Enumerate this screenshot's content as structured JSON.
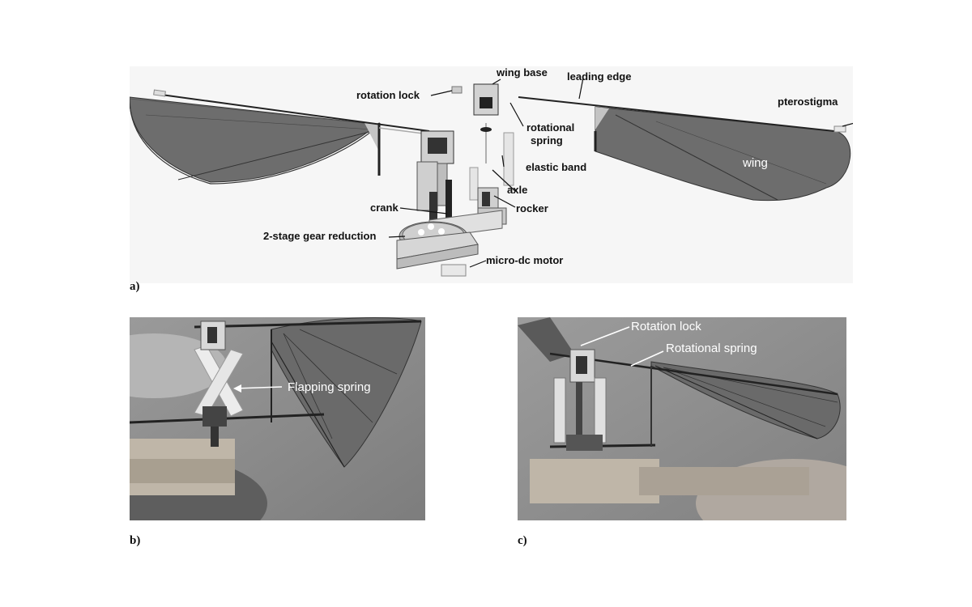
{
  "panel_a": {
    "letter": "a)",
    "labels": {
      "wing_base": "wing base",
      "leading_edge": "leading edge",
      "rotation_lock": "rotation lock",
      "pterostigma": "pterostigma",
      "rotational_spring": "rotational\nspring",
      "elastic_band": "elastic band",
      "wing": "wing",
      "axle": "axle",
      "crank": "crank",
      "rocker": "rocker",
      "gear_reduction": "2-stage gear reduction",
      "motor": "micro-dc motor"
    }
  },
  "panel_b": {
    "letter": "b)",
    "labels": {
      "flapping_spring": "Flapping spring"
    }
  },
  "panel_c": {
    "letter": "c)",
    "labels": {
      "rotation_lock": "Rotation lock",
      "rotational_spring": "Rotational spring"
    }
  },
  "colors": {
    "wing_fill": "#6d6d6d",
    "photo_bg": "#8c8c8c"
  }
}
